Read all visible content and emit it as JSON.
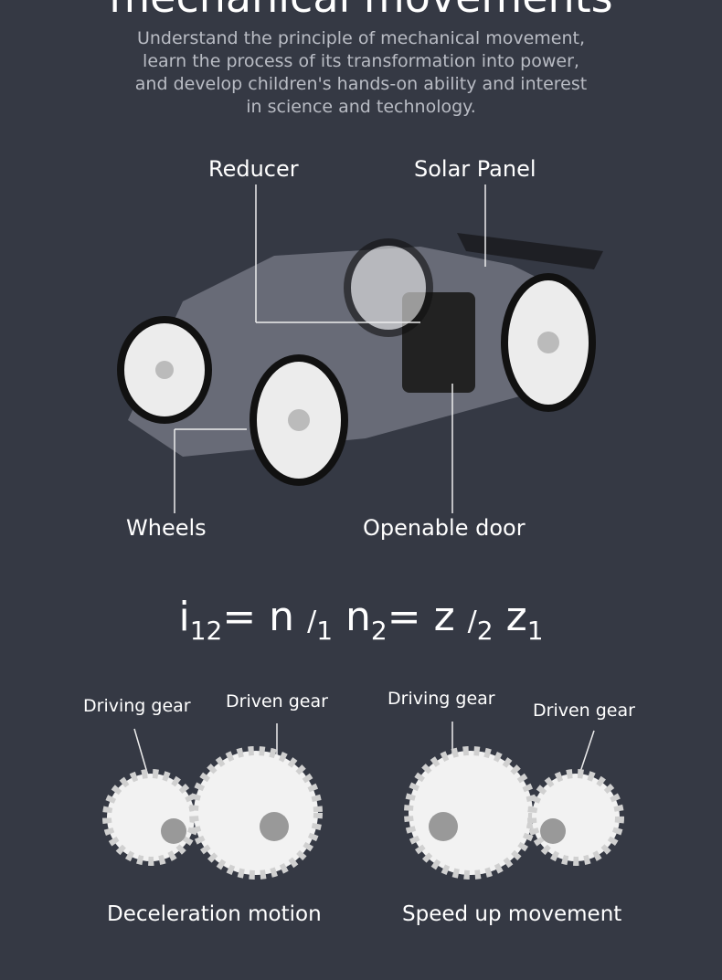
{
  "header": {
    "title": "mechanical movements",
    "description": [
      "Understand the principle of mechanical movement,",
      "learn the process of its transformation into power,",
      "and develop children's hands-on ability and interest",
      "in science and technology."
    ]
  },
  "car_labels": {
    "reducer": "Reducer",
    "solar_panel": "Solar Panel",
    "wheels": "Wheels",
    "door": "Openable door"
  },
  "formula": {
    "i": "i",
    "i_sub": "12",
    "eq1": "= n",
    "sep1": "/",
    "sub1": "1",
    "n2": " n",
    "sub2": "2",
    "eq2": "= z",
    "sep2": "/",
    "sub3": "2",
    "z1": " z",
    "sub4": "1"
  },
  "gears": {
    "left": {
      "driving": "Driving gear",
      "driven": "Driven gear",
      "caption": "Deceleration motion"
    },
    "right": {
      "driving": "Driving gear",
      "driven": "Driven gear",
      "caption": "Speed up movement"
    }
  }
}
